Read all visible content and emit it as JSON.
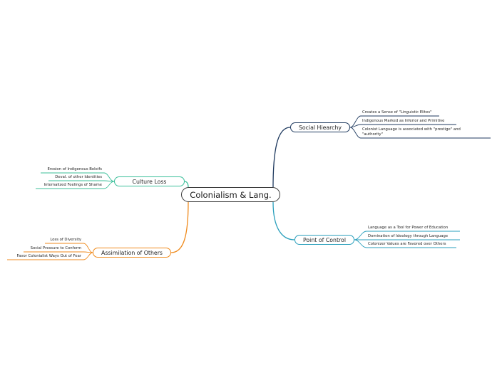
{
  "central": {
    "label": "Colonialism & Lang."
  },
  "colors": {
    "social": "#1f3a5f",
    "control": "#2a9fbc",
    "culture": "#3bbf9a",
    "assimilation": "#ef8a1c",
    "central_border": "#3a3a3a"
  },
  "branches": {
    "social": {
      "label": "Social Hiearchy",
      "items": [
        "Creates a Sense of \"Linguistic Elites\"",
        "Indigenous Marked as Inferior and Primitive",
        "Colonist Language is associated with \"prestige\" and",
        "\"authority\""
      ]
    },
    "control": {
      "label": "Point of Control",
      "items": [
        "Language as a Tool for Power of Education",
        "Domination of Ideology through Language",
        "Colonizer Values are Favored over Others"
      ]
    },
    "culture": {
      "label": "Culture Loss",
      "items": [
        "Erosion of Indigenous Beleifs",
        "Deval. of other Identities",
        "Internalized Feelings of Shame"
      ]
    },
    "assimilation": {
      "label": "Assimilation of Others",
      "items": [
        "Loss of Diversity",
        "Social Pressure to Conform",
        "Favor Colonialist Ways Out of Fear"
      ]
    }
  }
}
